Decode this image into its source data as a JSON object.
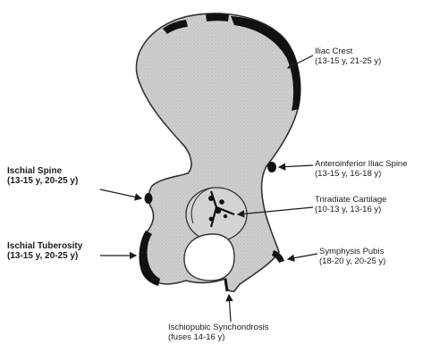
{
  "labels": {
    "iliac_crest": {
      "title": "Iliac Crest",
      "ages": "(13-15 y, 21-25 y)"
    },
    "anteroinferior_iliac_spine": {
      "title": "Anteroinferior Iliac Spine",
      "ages": "(13-15 y, 16-18 y)"
    },
    "triradiate_cartilage": {
      "title": "Triradiate Cartilage",
      "ages": "(10-13 y, 13-16 y)"
    },
    "symphysis_pubis": {
      "title": "Symphysis Pubis",
      "ages": "(18-20 y, 20-25 y)"
    },
    "ischial_spine": {
      "title": "Ischial Spine",
      "ages": "(13-15 y, 20-25 y)"
    },
    "ischial_tuberosity": {
      "title": "Ischial Tuberosity",
      "ages": "(13-15 y, 20-25 y)"
    },
    "ischiopubic_synchondrosis": {
      "title": "Ischiopubic Synchondrosis",
      "ages": "(fuses 14-16 y)"
    }
  },
  "colors": {
    "bone": "#c9c9c9",
    "apophysis": "#111111",
    "outline": "#333333",
    "foramen": "#ffffff",
    "text": "#1c1c1c"
  }
}
